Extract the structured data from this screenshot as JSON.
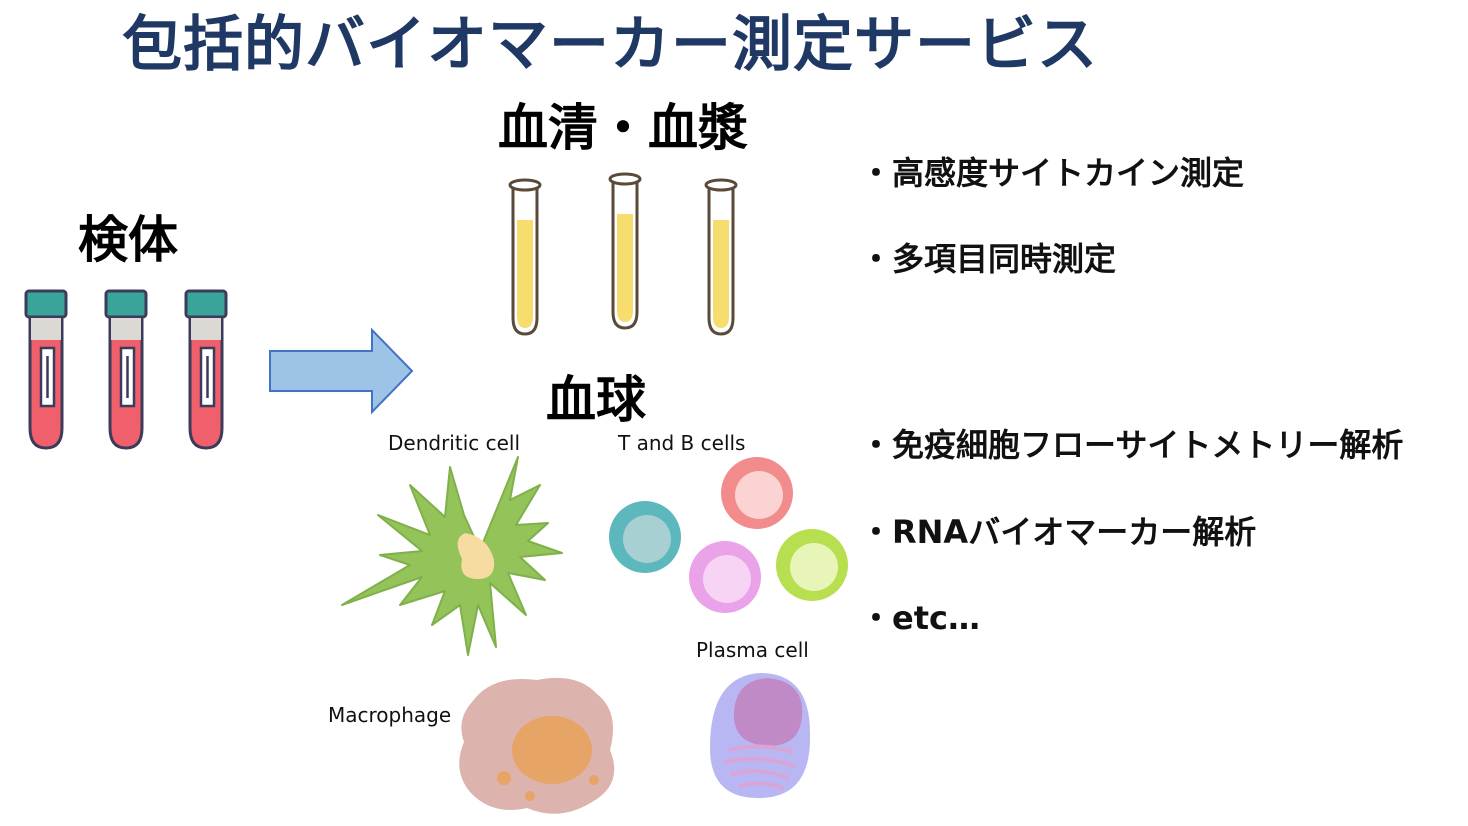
{
  "title": "包括的バイオマーカー測定サービス",
  "specimen": {
    "label": "検体",
    "tube_count": 3,
    "tube_icon": "blood-collection-tube-icon"
  },
  "arrow_icon": "right-arrow-icon",
  "serum": {
    "label": "血清・血漿",
    "tube_count": 3,
    "tube_icon": "serum-test-tube-icon"
  },
  "blood_cells": {
    "label": "血球",
    "cells": {
      "dendritic": "Dendritic cell",
      "tb": "T and B cells",
      "plasma": "Plasma cell",
      "macrophage": "Macrophage"
    }
  },
  "serum_services": [
    "・高感度サイトカイン測定",
    "・多項目同時測定"
  ],
  "cell_services": [
    "・免疫細胞フローサイトメトリー解析",
    "・RNAバイオマーカー解析",
    "・etc…"
  ],
  "colors": {
    "title": "#1f3864",
    "tube_cap": "#3aa39a",
    "blood": "#f0606c",
    "serum": "#f7dd6e",
    "arrow": "#9dc3e6"
  }
}
